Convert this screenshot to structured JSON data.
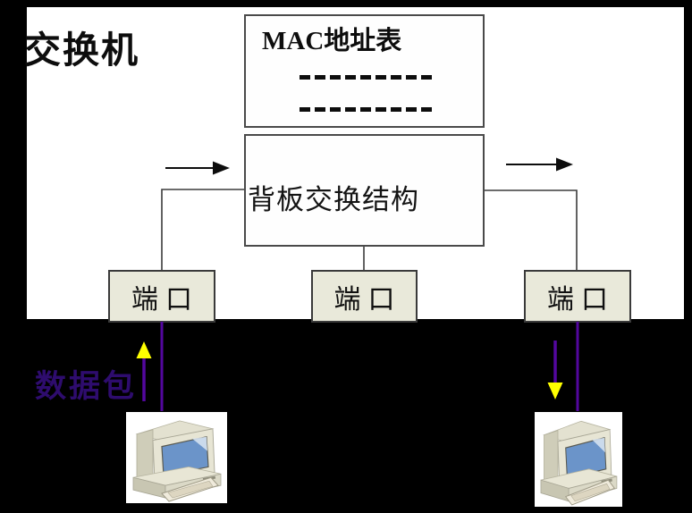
{
  "diagram": {
    "switch_label": "交换机",
    "mac_table": {
      "title": "MAC地址表",
      "rows": [
        "- - - - - - - - -",
        "- - - - - - - - -"
      ]
    },
    "backplane_label": "背板交换结构",
    "ports": [
      {
        "label": "端口"
      },
      {
        "label": "端口"
      },
      {
        "label": "端口"
      }
    ],
    "packet_label": "数据包",
    "icons": [
      "computer-icon",
      "flow-arrow-right-icon",
      "packet-up-arrow-icon",
      "packet-down-arrow-icon"
    ],
    "colors": {
      "page_background": "#000000",
      "switch_fill": "#ffffff",
      "box_border": "#4a4a4a",
      "port_fill": "#e9e9da",
      "packet_line": "#53079e",
      "packet_label_color": "#2e0c6e",
      "packet_arrowhead": "#ffff00",
      "flow_arrow": "#0d0d0d"
    }
  }
}
